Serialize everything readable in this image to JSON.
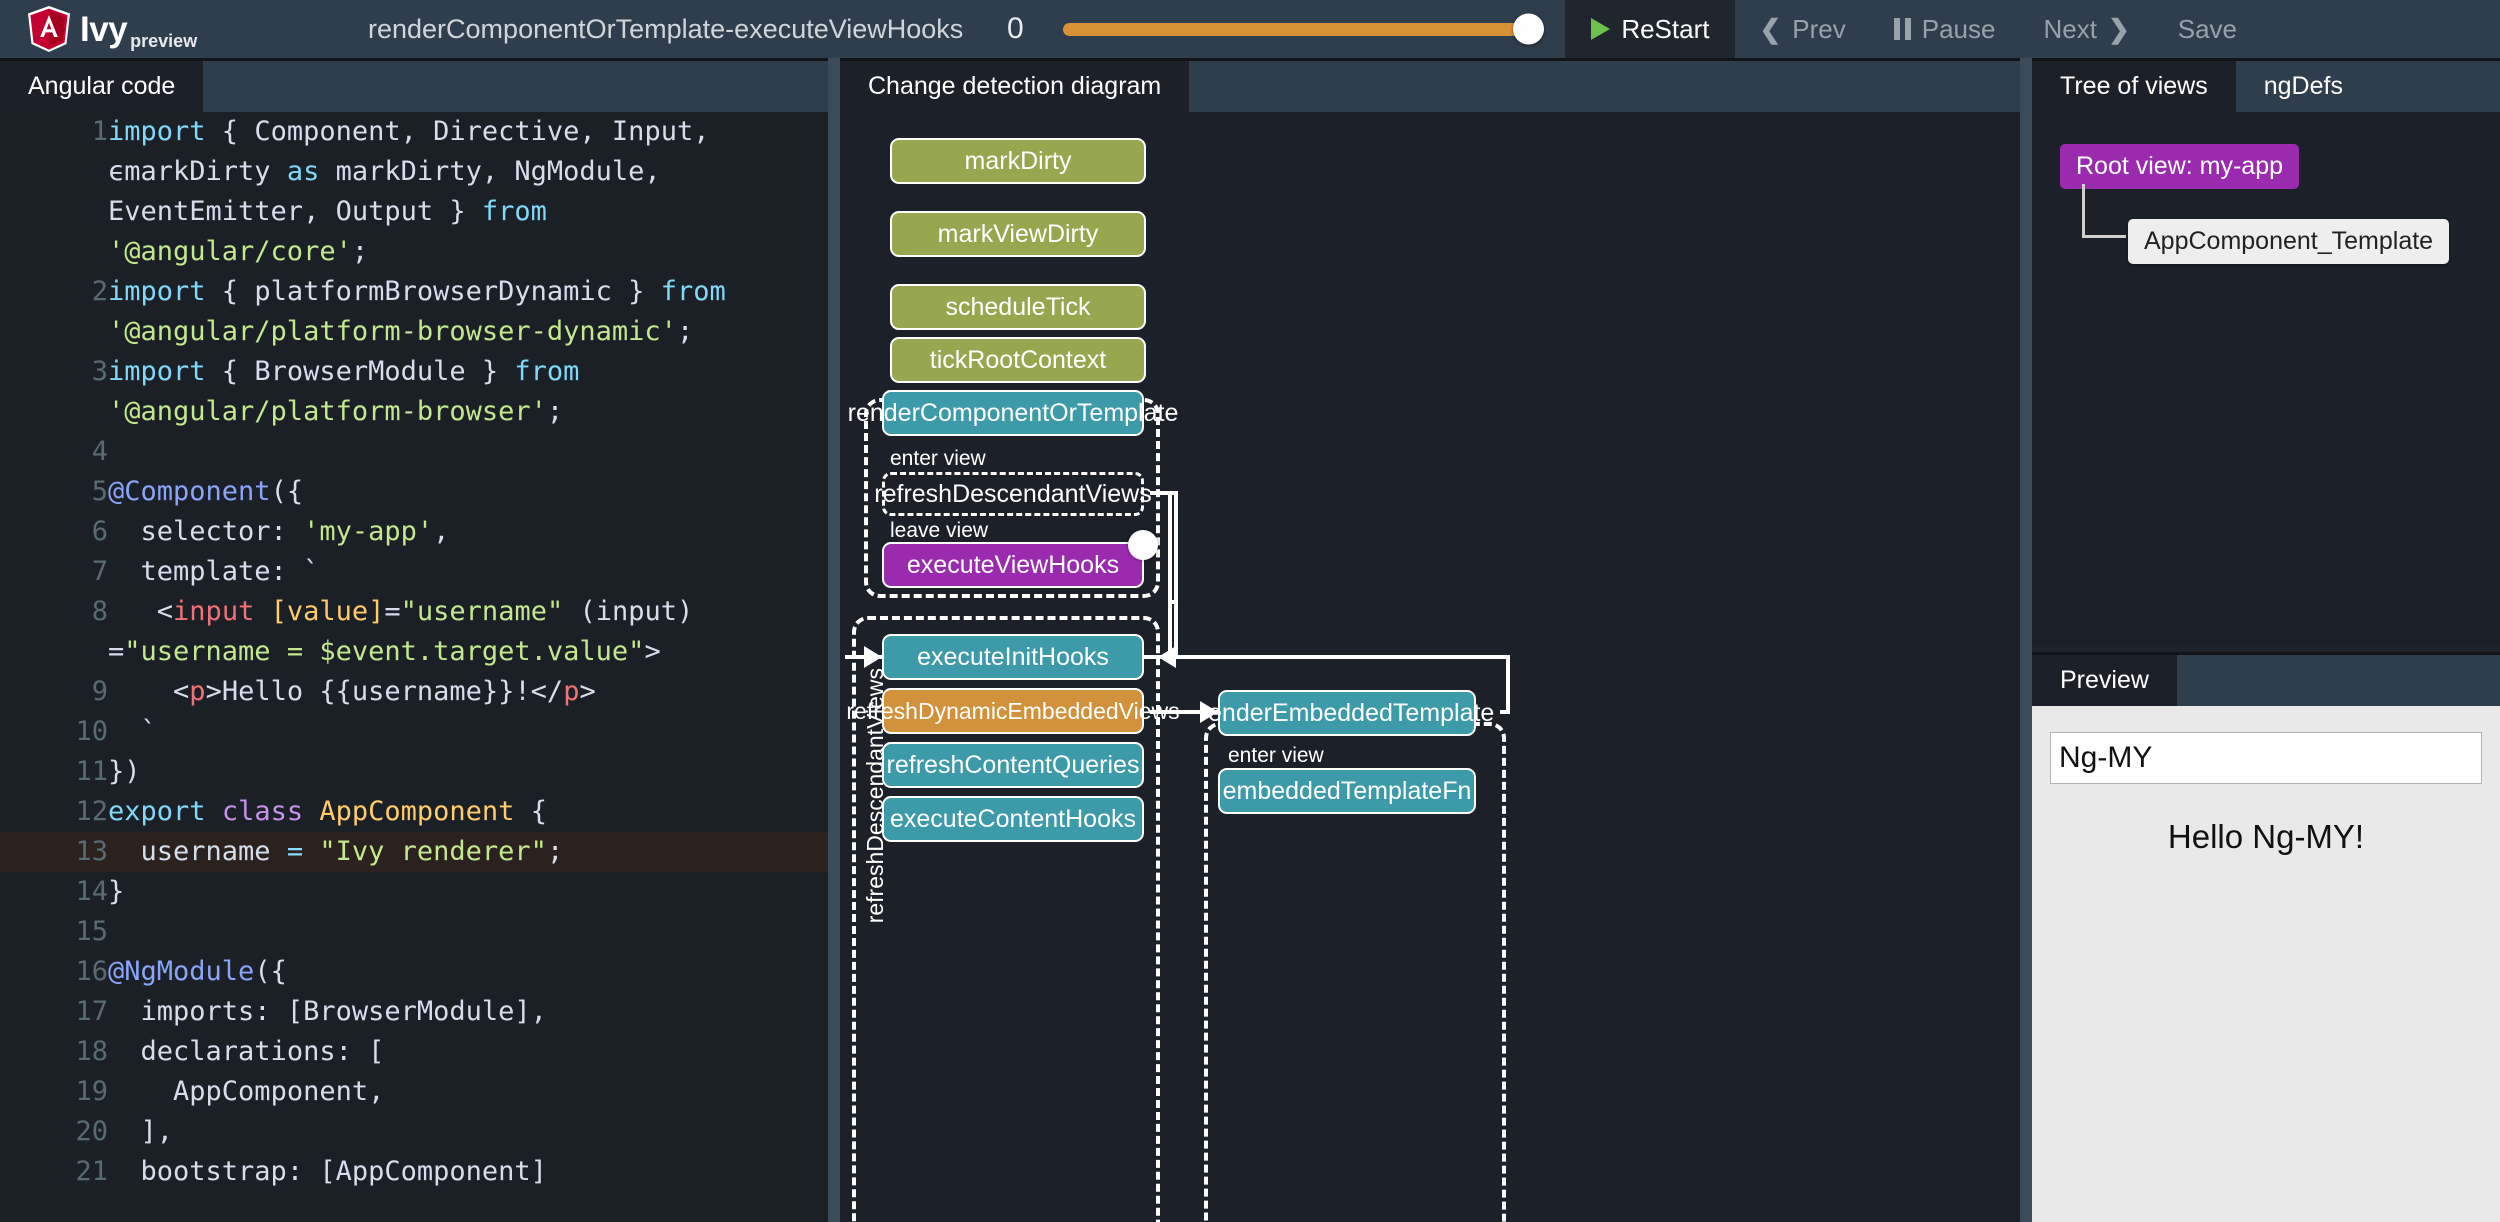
{
  "app": {
    "brand_name": "Ivy",
    "brand_suffix": "preview",
    "logo_icon": "angular-shield-icon"
  },
  "toolbar": {
    "step_name": "renderComponentOrTemplate-executeViewHooks",
    "step_index": "0",
    "slider": {
      "name": "timeline-slider",
      "value": 100,
      "min": 0,
      "max": 100,
      "track_color": "#d99136",
      "thumb_color": "#ffffff"
    },
    "buttons": [
      {
        "id": "restart",
        "label": "ReStart",
        "icon": "play-icon",
        "active": true
      },
      {
        "id": "prev",
        "label": "Prev",
        "icon": "chevron-left-icon",
        "active": false
      },
      {
        "id": "pause",
        "label": "Pause",
        "icon": "pause-icon",
        "active": false
      },
      {
        "id": "next",
        "label": "Next",
        "icon": "chevron-right-icon",
        "active": false
      },
      {
        "id": "save",
        "label": "Save",
        "icon": "",
        "active": false
      }
    ]
  },
  "left_panel": {
    "tabs": [
      {
        "label": "Angular code",
        "active": true
      }
    ],
    "code_lines": [
      {
        "n": "1",
        "highlight": false
      },
      {
        "n": "2",
        "highlight": false
      },
      {
        "n": "3",
        "highlight": false
      },
      {
        "n": "4",
        "highlight": false
      },
      {
        "n": "5",
        "highlight": false
      },
      {
        "n": "6",
        "highlight": false
      },
      {
        "n": "7",
        "highlight": false
      },
      {
        "n": "8",
        "highlight": false
      },
      {
        "n": "9",
        "highlight": false
      },
      {
        "n": "10",
        "highlight": false
      },
      {
        "n": "11",
        "highlight": false
      },
      {
        "n": "12",
        "highlight": false
      },
      {
        "n": "13",
        "highlight": true
      },
      {
        "n": "14",
        "highlight": false
      },
      {
        "n": "15",
        "highlight": false
      },
      {
        "n": "16",
        "highlight": false
      },
      {
        "n": "17",
        "highlight": false
      },
      {
        "n": "18",
        "highlight": false
      },
      {
        "n": "19",
        "highlight": false
      },
      {
        "n": "20",
        "highlight": false
      },
      {
        "n": "21",
        "highlight": false
      }
    ],
    "code_text": [
      "import { Component, Directive, Input, ɵmarkDirty as markDirty, NgModule, EventEmitter, Output } from '@angular/core';",
      "import { platformBrowserDynamic } from '@angular/platform-browser-dynamic';",
      "import { BrowserModule } from '@angular/platform-browser';",
      "",
      "@Component({",
      "  selector: 'my-app',",
      "  template: `",
      "    <input [value]=\"username\" (input)=\"username = $event.target.value\">",
      "    <p>Hello {{username}}!</p>",
      "  `",
      "})",
      "export class AppComponent {",
      "  username = \"Ivy renderer\";",
      "}",
      "",
      "@NgModule({",
      "  imports: [BrowserModule],",
      "  declarations: [",
      "    AppComponent,",
      "  ],",
      "  bootstrap: [AppComponent]"
    ]
  },
  "mid_panel": {
    "tabs": [
      {
        "label": "Change detection diagram",
        "active": true
      }
    ],
    "nodes": [
      {
        "id": "markDirty",
        "label": "markDirty",
        "kind": "green"
      },
      {
        "id": "markViewDirty",
        "label": "markViewDirty",
        "kind": "green"
      },
      {
        "id": "scheduleTick",
        "label": "scheduleTick",
        "kind": "green"
      },
      {
        "id": "tickRootContext",
        "label": "tickRootContext",
        "kind": "green"
      },
      {
        "id": "renderComponentOrTemplate",
        "label": "renderComponentOrTemplate",
        "kind": "teal"
      },
      {
        "id": "refreshDescendantViews",
        "label": "refreshDescendantViews",
        "kind": "dashed"
      },
      {
        "id": "executeViewHooks",
        "label": "executeViewHooks",
        "kind": "purple"
      },
      {
        "id": "executeInitHooks",
        "label": "executeInitHooks",
        "kind": "teal"
      },
      {
        "id": "refreshDynamicEmbeddedViews",
        "label": "refreshDynamicEmbeddedViews",
        "kind": "orange"
      },
      {
        "id": "refreshContentQueries",
        "label": "refreshContentQueries",
        "kind": "teal"
      },
      {
        "id": "executeContentHooks",
        "label": "executeContentHooks",
        "kind": "teal"
      },
      {
        "id": "renderEmbeddedTemplate",
        "label": "renderEmbeddedTemplate",
        "kind": "teal"
      },
      {
        "id": "embeddedTemplateFn",
        "label": "embeddedTemplateFn",
        "kind": "teal"
      }
    ],
    "labels": {
      "enter_view_1": "enter view",
      "leave_view_1": "leave view",
      "enter_view_2": "enter view",
      "descendant_views_vertical": "refreshDescendantViews"
    },
    "colors": {
      "green": "#97a74f",
      "teal": "#3d9aa8",
      "purple": "#9b2bae",
      "orange": "#d2913b",
      "dashed_border": "#ffffff"
    }
  },
  "right_panel": {
    "tabs": [
      {
        "label": "Tree of views",
        "active": true
      },
      {
        "label": "ngDefs",
        "active": false
      }
    ],
    "tree": {
      "root_label": "Root view: my-app",
      "child_label": "AppComponent_Template"
    },
    "preview": {
      "tabs": [
        {
          "label": "Preview",
          "active": true
        }
      ],
      "input_value": "Ng-MY",
      "hello_text": "Hello Ng-MY!"
    }
  }
}
